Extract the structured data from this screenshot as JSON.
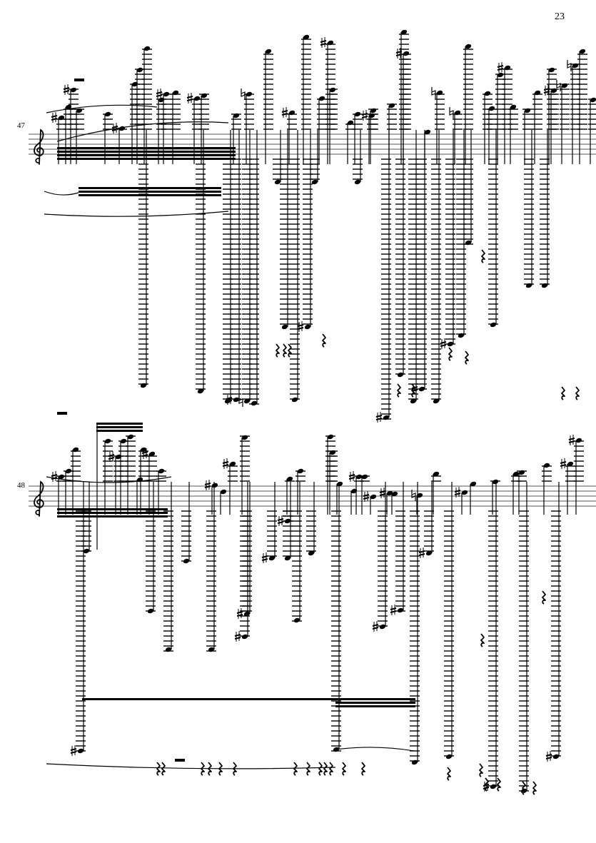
{
  "page": {
    "number": "23"
  },
  "systems": [
    {
      "measure_number": "47",
      "clef": "treble"
    },
    {
      "measure_number": "48",
      "clef": "treble"
    }
  ],
  "colors": {
    "ink": "#000000",
    "staff": "#555555",
    "paper": "#ffffff"
  }
}
